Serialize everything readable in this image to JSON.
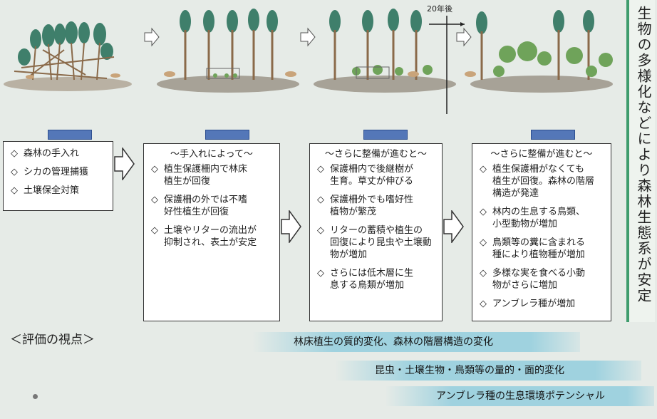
{
  "scene": {
    "time_label": "20年後"
  },
  "boxes": [
    {
      "head": "",
      "items": [
        "森林の手入れ",
        "シカの管理捕獲",
        "土壌保全対策"
      ]
    },
    {
      "head": "〜手入れによって〜",
      "items": [
        "植生保護柵内で林床\n植生が回復",
        "保護柵の外では不嗜\n好性植生が回復",
        "土壌やリターの流出が\n抑制され、表土が安定"
      ]
    },
    {
      "head": "〜さらに整備が進むと〜",
      "items": [
        "保護柵内で後継樹が\n生育。草丈が伸びる",
        "保護柵外でも嗜好性\n植物が繁茂",
        "リターの蓄積や植生の\n回復により昆虫や土壌動\n物が増加",
        "さらには低木層に生\n息する鳥類が増加"
      ]
    },
    {
      "head": "〜さらに整備が進むと〜",
      "items": [
        "植生保護柵がなくても\n植生が回復。森林の階層\n構造が発達",
        "林内の生息する鳥類、\n小型動物が増加",
        "鳥類等の糞に含まれる\n種により植物種が増加",
        "多様な実を食べる小動\n物がさらに増加",
        "アンブレラ種が増加"
      ]
    }
  ],
  "diamond": "◇",
  "vertical_text": "生物の多様化などにより森林生態系が安定",
  "evaluation": {
    "title": "＜評価の視点＞",
    "bands": [
      "林床植生の質的変化、森林の階層構造の変化",
      "昆虫・土壌生物・鳥類等の量的・面的変化",
      "アンブレラ種の生息環境ポテンシャル"
    ]
  },
  "colors": {
    "accent_green": "#3f9c6d",
    "band_blue": "#9fd2df",
    "bar_blue": "#5477b8",
    "tree": "#3f7f6b"
  }
}
